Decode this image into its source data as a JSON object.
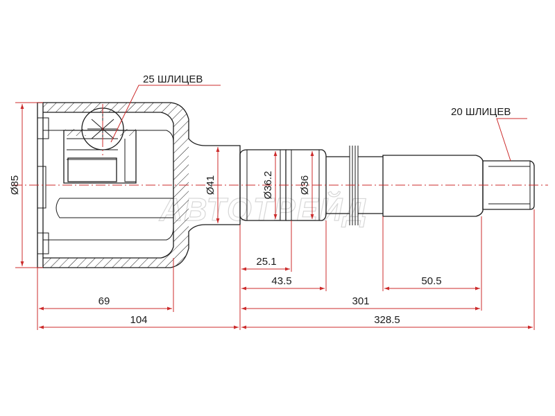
{
  "diagram": {
    "watermark": "АВТОТРЕЙД",
    "spline_labels": {
      "left": "25 ШЛИЦЕВ",
      "right": "20 ШЛИЦЕВ"
    },
    "diameters": {
      "housing": "Ø85",
      "neck": "Ø41",
      "seat_1": "Ø36.2",
      "seat_2": "Ø36"
    },
    "lengths": {
      "d_25_1": "25.1",
      "d_43_5": "43.5",
      "d_50_5": "50.5",
      "d_69": "69",
      "d_301": "301",
      "d_104": "104",
      "d_328_5": "328.5"
    },
    "colors": {
      "outline": "#1a1a1a",
      "dimension": "#cc2b2b",
      "watermark": "#d7d7d7"
    }
  }
}
